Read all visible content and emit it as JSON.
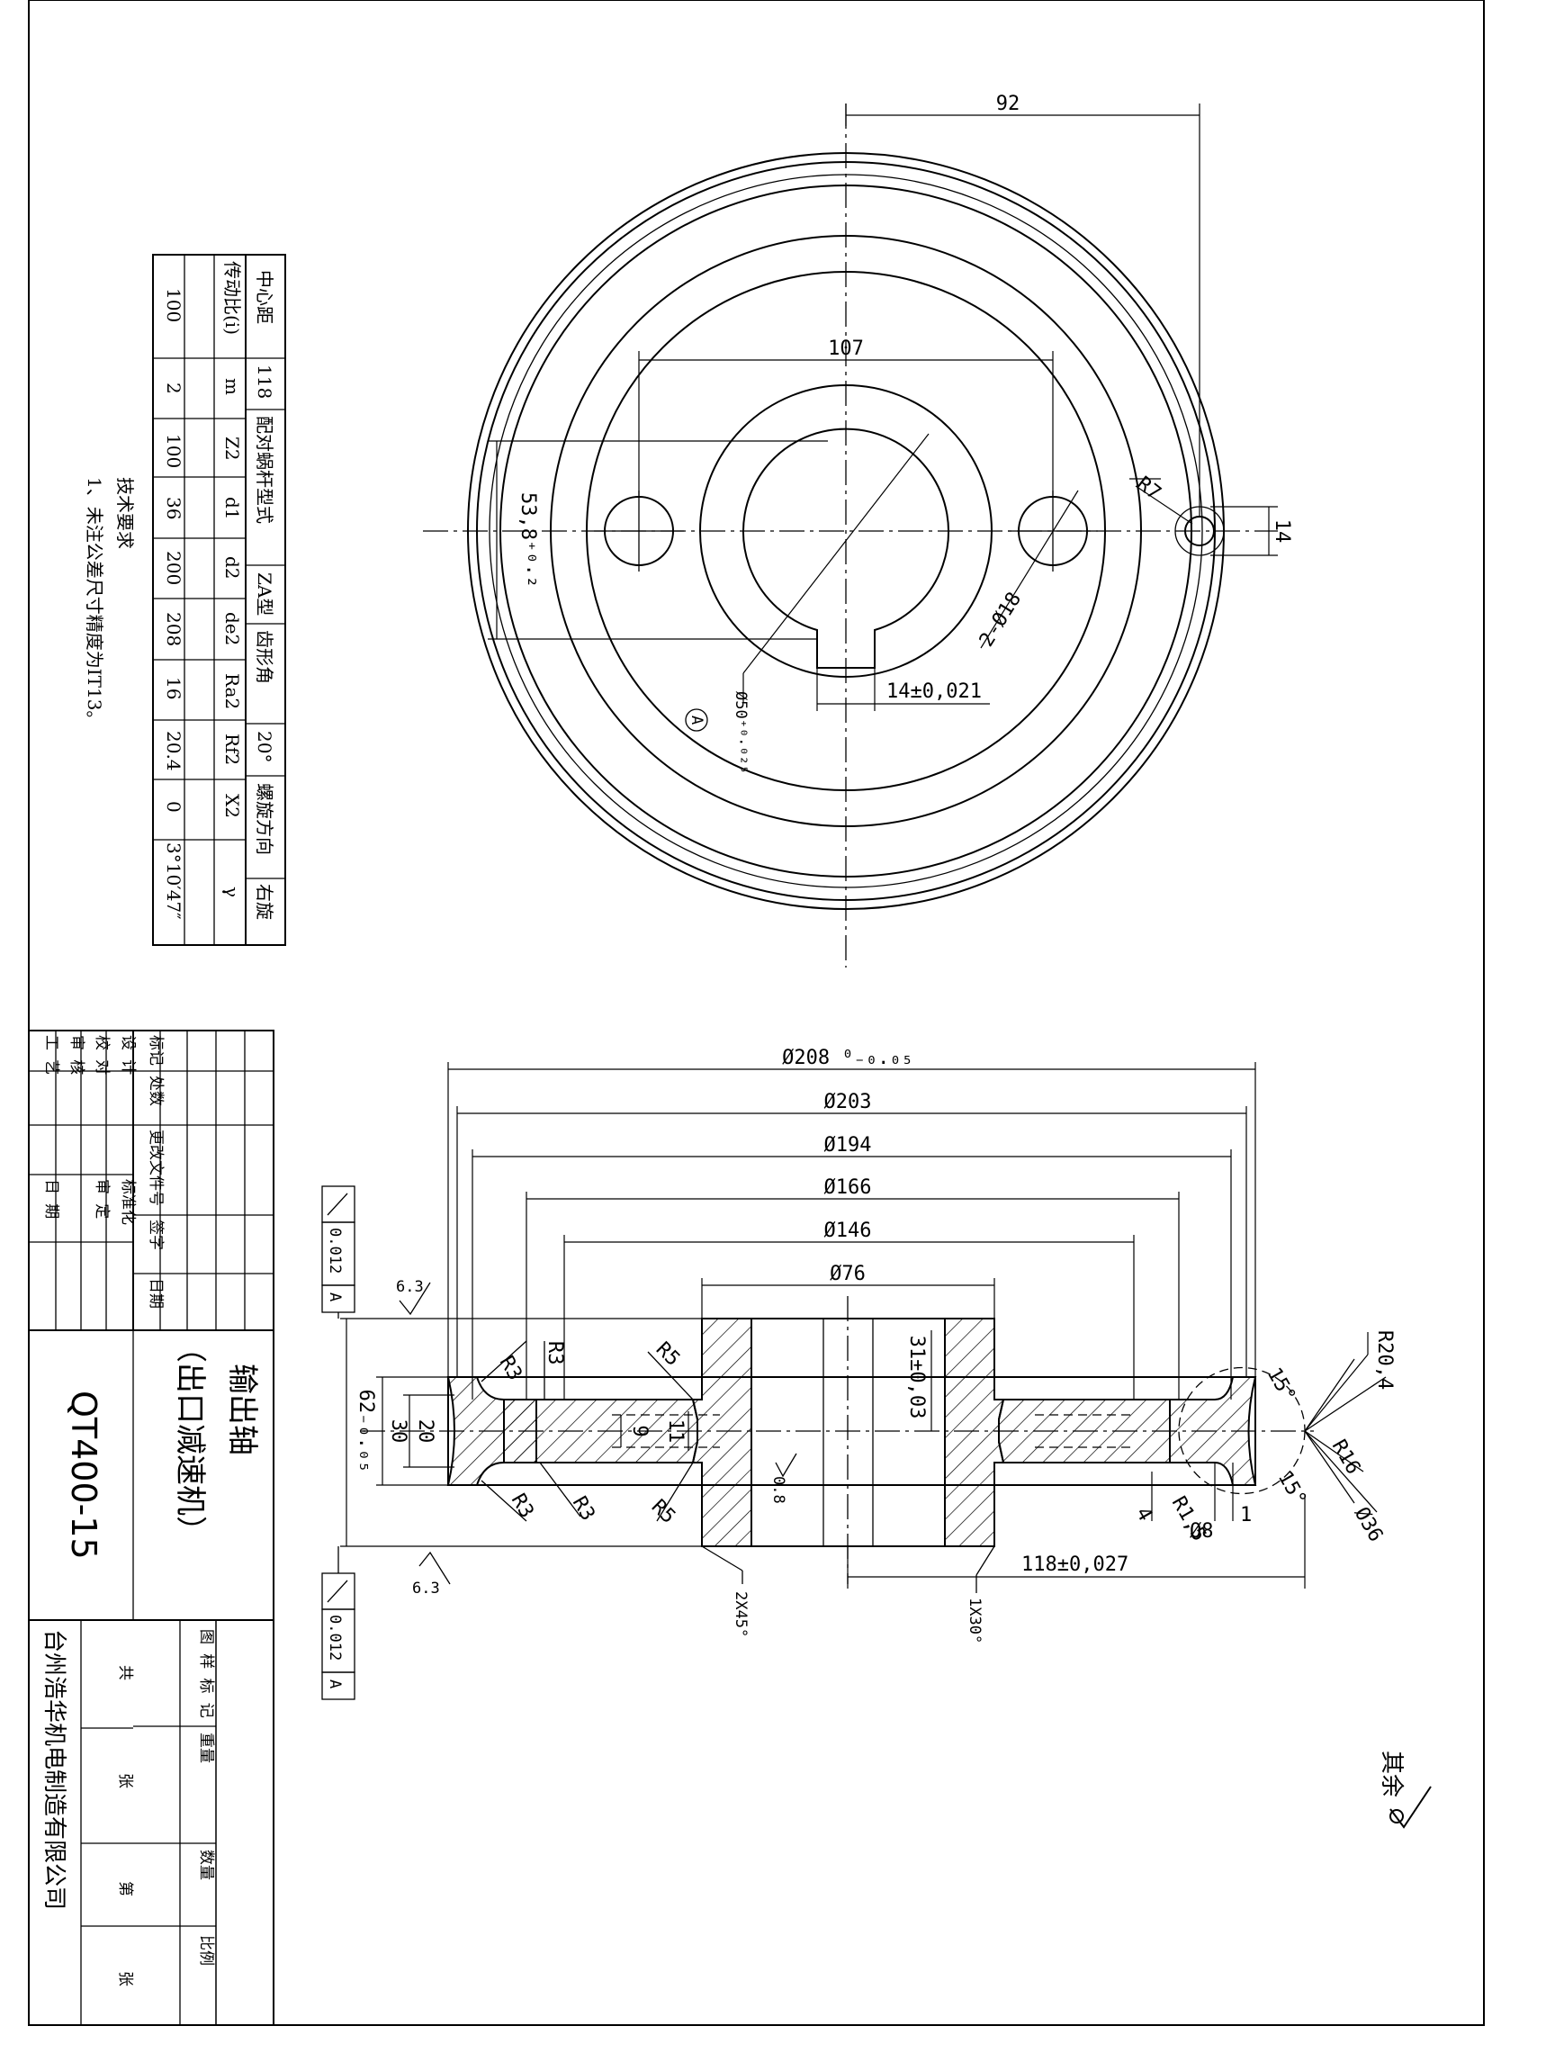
{
  "drawing": {
    "part_name": "输出轴",
    "subtitle": "（出口减速机）",
    "material": "QT400-15",
    "company": "台州浩华机电制造有限公司",
    "remaining_roughness": "其余"
  },
  "title_block": {
    "row_labels": [
      "标记",
      "处数",
      "更改文件号",
      "签字",
      "日期"
    ],
    "left_labels": [
      "设 计",
      "校 对",
      "审 核",
      "工 艺"
    ],
    "mid_labels": [
      "标准化",
      "审 定"
    ],
    "date_label": "日 期",
    "right_header": [
      "图 样 标 记",
      "重量",
      "数量",
      "比例"
    ],
    "sheet_labels": [
      "共",
      "张",
      "第",
      "张"
    ]
  },
  "param_table": {
    "row1": [
      "中心距",
      "118",
      "配对蜗杆型式",
      "ZA型",
      "齿形角",
      "20°",
      "螺旋方向",
      "右旋"
    ],
    "row2_labels": [
      "传动比(i)",
      "m",
      "Z2",
      "d1",
      "d2",
      "de2",
      "Ra2",
      "Rf2",
      "X2",
      "γ"
    ],
    "row2_values": [
      "100",
      "2",
      "100",
      "36",
      "200",
      "208",
      "16",
      "20.4",
      "0",
      "3°10′47″"
    ]
  },
  "tech_req": {
    "title": "技术要求",
    "item1": "1、未注公差尺寸精度为IT13。"
  },
  "top_view": {
    "d92": "92",
    "d107": "107",
    "d53": "53,8⁺⁰·²",
    "r7": "R7",
    "d14": "14",
    "holes": "2-Ø18",
    "key": "14±0,021",
    "bore": "Ø50⁺⁰·⁰²⁵",
    "datum": "A"
  },
  "section_view": {
    "d208": "Ø208 ⁰₋₀.₀₅",
    "d203": "Ø203",
    "d194": "Ø194",
    "d166": "Ø166",
    "d146": "Ø146",
    "d76": "Ø76",
    "r20": "R20,4",
    "r16": "R16",
    "d36": "Ø36",
    "a15a": "15°",
    "a15b": "15°",
    "r3a": "R3",
    "r3b": "R3",
    "r3c": "R3",
    "r3d": "R3",
    "r5a": "R5",
    "r5b": "R5",
    "w62": "62₋₀.₀₅",
    "w30": "30",
    "w20": "20",
    "w9": "9",
    "w11": "11",
    "w31": "31±0,03",
    "d118": "118±0,027",
    "c2x45": "2X45°",
    "c1x30": "1X30°",
    "d4": "4",
    "d8": "Ø8",
    "d1": "1",
    "r15": "R1,5",
    "ra63a": "6.3",
    "ra63b": "6.3",
    "ra08": "0.8",
    "tol1": "0.012",
    "tol2": "0.012",
    "tolA1": "A",
    "tolA2": "A"
  }
}
